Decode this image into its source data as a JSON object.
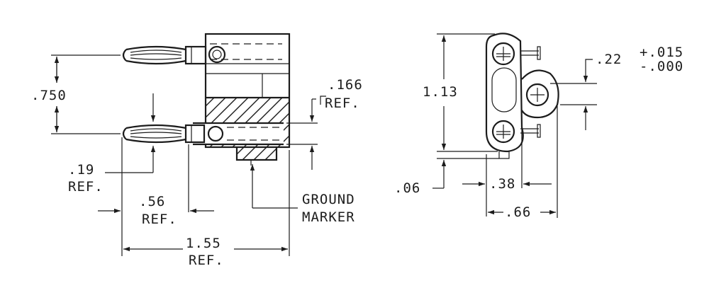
{
  "side_view": {
    "spacing": ".750",
    "slot_width": ".166",
    "slot_width_ref": "REF.",
    "plug_dia": ".19",
    "plug_dia_ref": "REF.",
    "plug_length": ".56",
    "plug_length_ref": "REF.",
    "overall_length": "1.55",
    "overall_length_ref": "REF.",
    "marker_line1": "GROUND",
    "marker_line2": "MARKER"
  },
  "end_view": {
    "height": "1.13",
    "offset": ".22",
    "tol_plus": "+.015",
    "tol_minus": "-.000",
    "bottom": ".06",
    "inner_width": ".38",
    "outer_width": ".66"
  },
  "colors": {
    "ink": "#1c1c1c",
    "paper": "#ffffff"
  }
}
